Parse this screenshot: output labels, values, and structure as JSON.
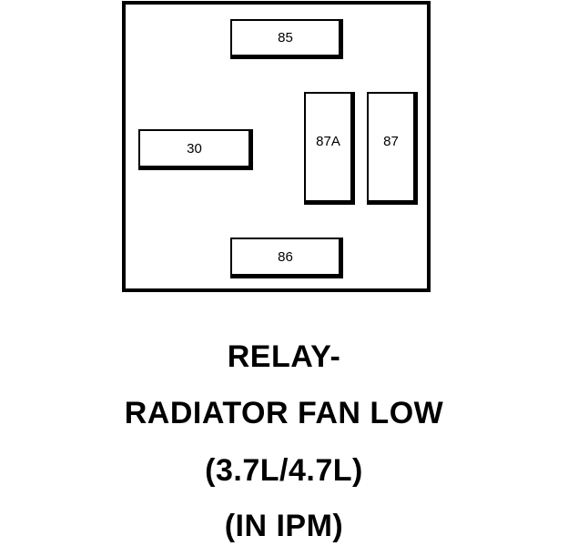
{
  "terminals": {
    "t85": "85",
    "t30": "30",
    "t87a": "87A",
    "t87": "87",
    "t86": "86"
  },
  "caption": {
    "line1": "RELAY-",
    "line2": "RADIATOR FAN LOW",
    "line3": "(3.7L/4.7L)",
    "line4": "(IN IPM)"
  }
}
